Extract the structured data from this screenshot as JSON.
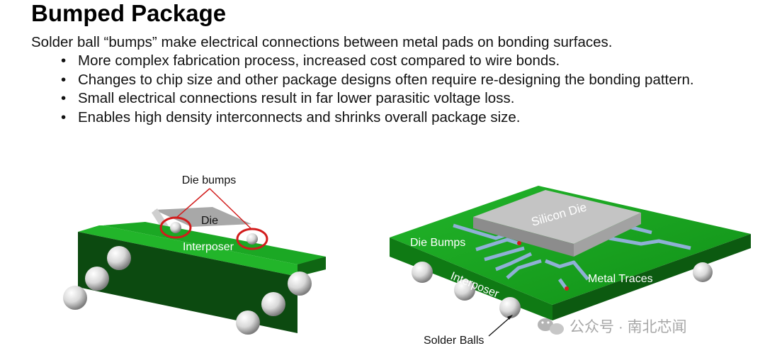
{
  "slide": {
    "title": "Bumped Package",
    "intro": "Solder ball “bumps” make electrical connections between metal pads on bonding surfaces.",
    "bullets": [
      "More complex fabrication process, increased cost compared to wire bonds.",
      "Changes to chip size and other package designs often require re-designing the bonding pattern.",
      "Small electrical connections result in far lower parasitic voltage loss.",
      "Enables high density interconnects and shrinks overall package size."
    ]
  },
  "left_figure": {
    "die_bumps_label": "Die bumps",
    "die_label": "Die",
    "interposer_label": "Interposer"
  },
  "right_figure": {
    "silicon_die_label": "Silicon Die",
    "die_bumps_label": "Die Bumps",
    "interposer_label": "Interposer",
    "metal_traces_label": "Metal Traces",
    "solder_balls_label": "Solder Balls"
  },
  "watermark": {
    "text": "公众号 · 南北芯闻"
  },
  "colors": {
    "board_green": "#16a01c",
    "board_dark": "#0c4a10",
    "trace_blue": "#8fb0d6",
    "die_grey": "#b8b8b8",
    "highlight_red": "#d21c1c"
  }
}
